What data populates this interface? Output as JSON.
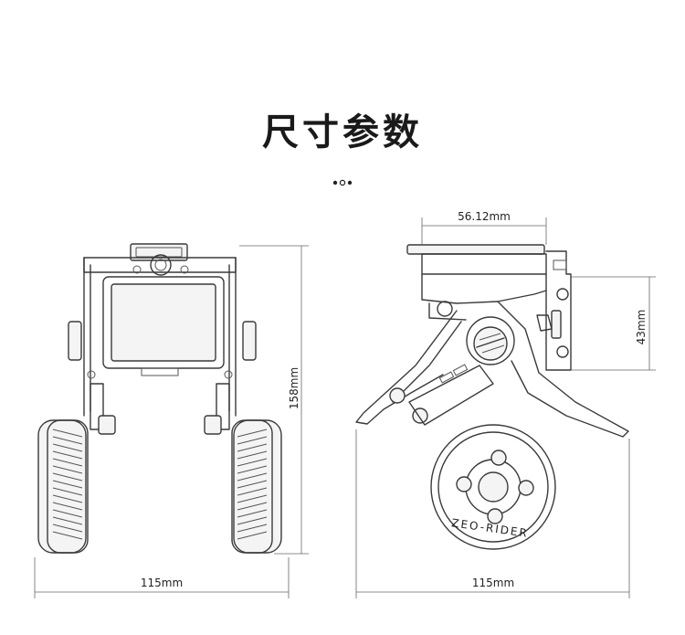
{
  "title": "尺寸参数",
  "dimensions": {
    "front_height": "158mm",
    "front_width": "115mm",
    "side_top_width": "56.12mm",
    "side_clamp_height": "43mm",
    "side_width": "115mm"
  },
  "wheel_text": "ZEO-RIDER"
}
